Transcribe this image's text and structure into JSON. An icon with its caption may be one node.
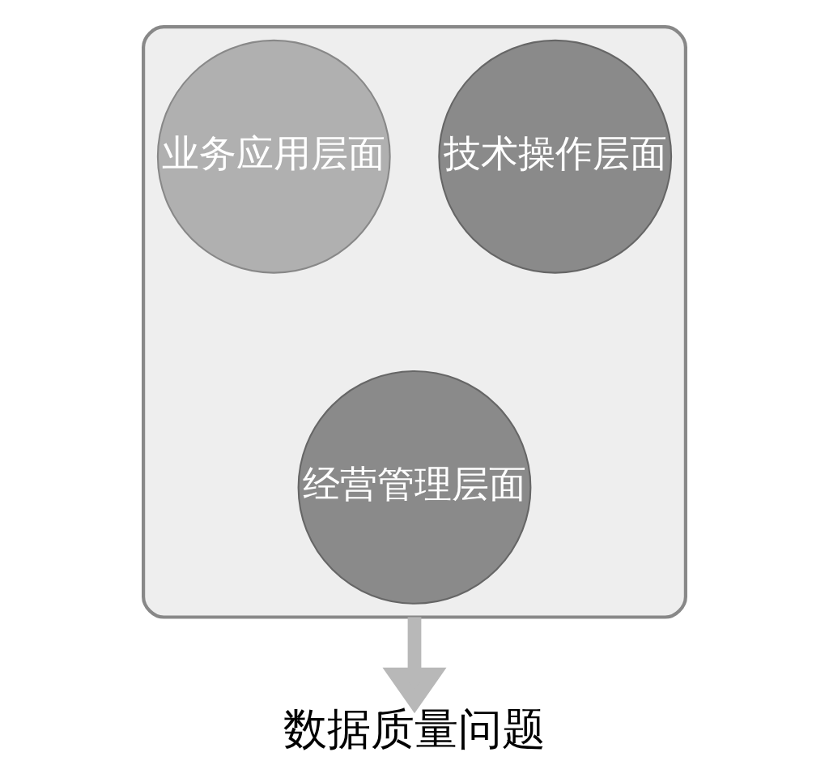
{
  "diagram": {
    "nodes": [
      {
        "text": [],
        "shape": "funnel"
      },
      {
        "text": [
          "业务应用层面"
        ],
        "in": 0
      },
      {
        "text": [
          "技术操作层面"
        ],
        "in": 0
      },
      {
        "text": [
          "经营管理层面"
        ],
        "in": 0
      },
      {
        "text": [
          "数据质量问题"
        ]
      }
    ],
    "edges": [
      {
        "from": 0,
        "to": 4,
        "arrow": "to"
      }
    ]
  }
}
